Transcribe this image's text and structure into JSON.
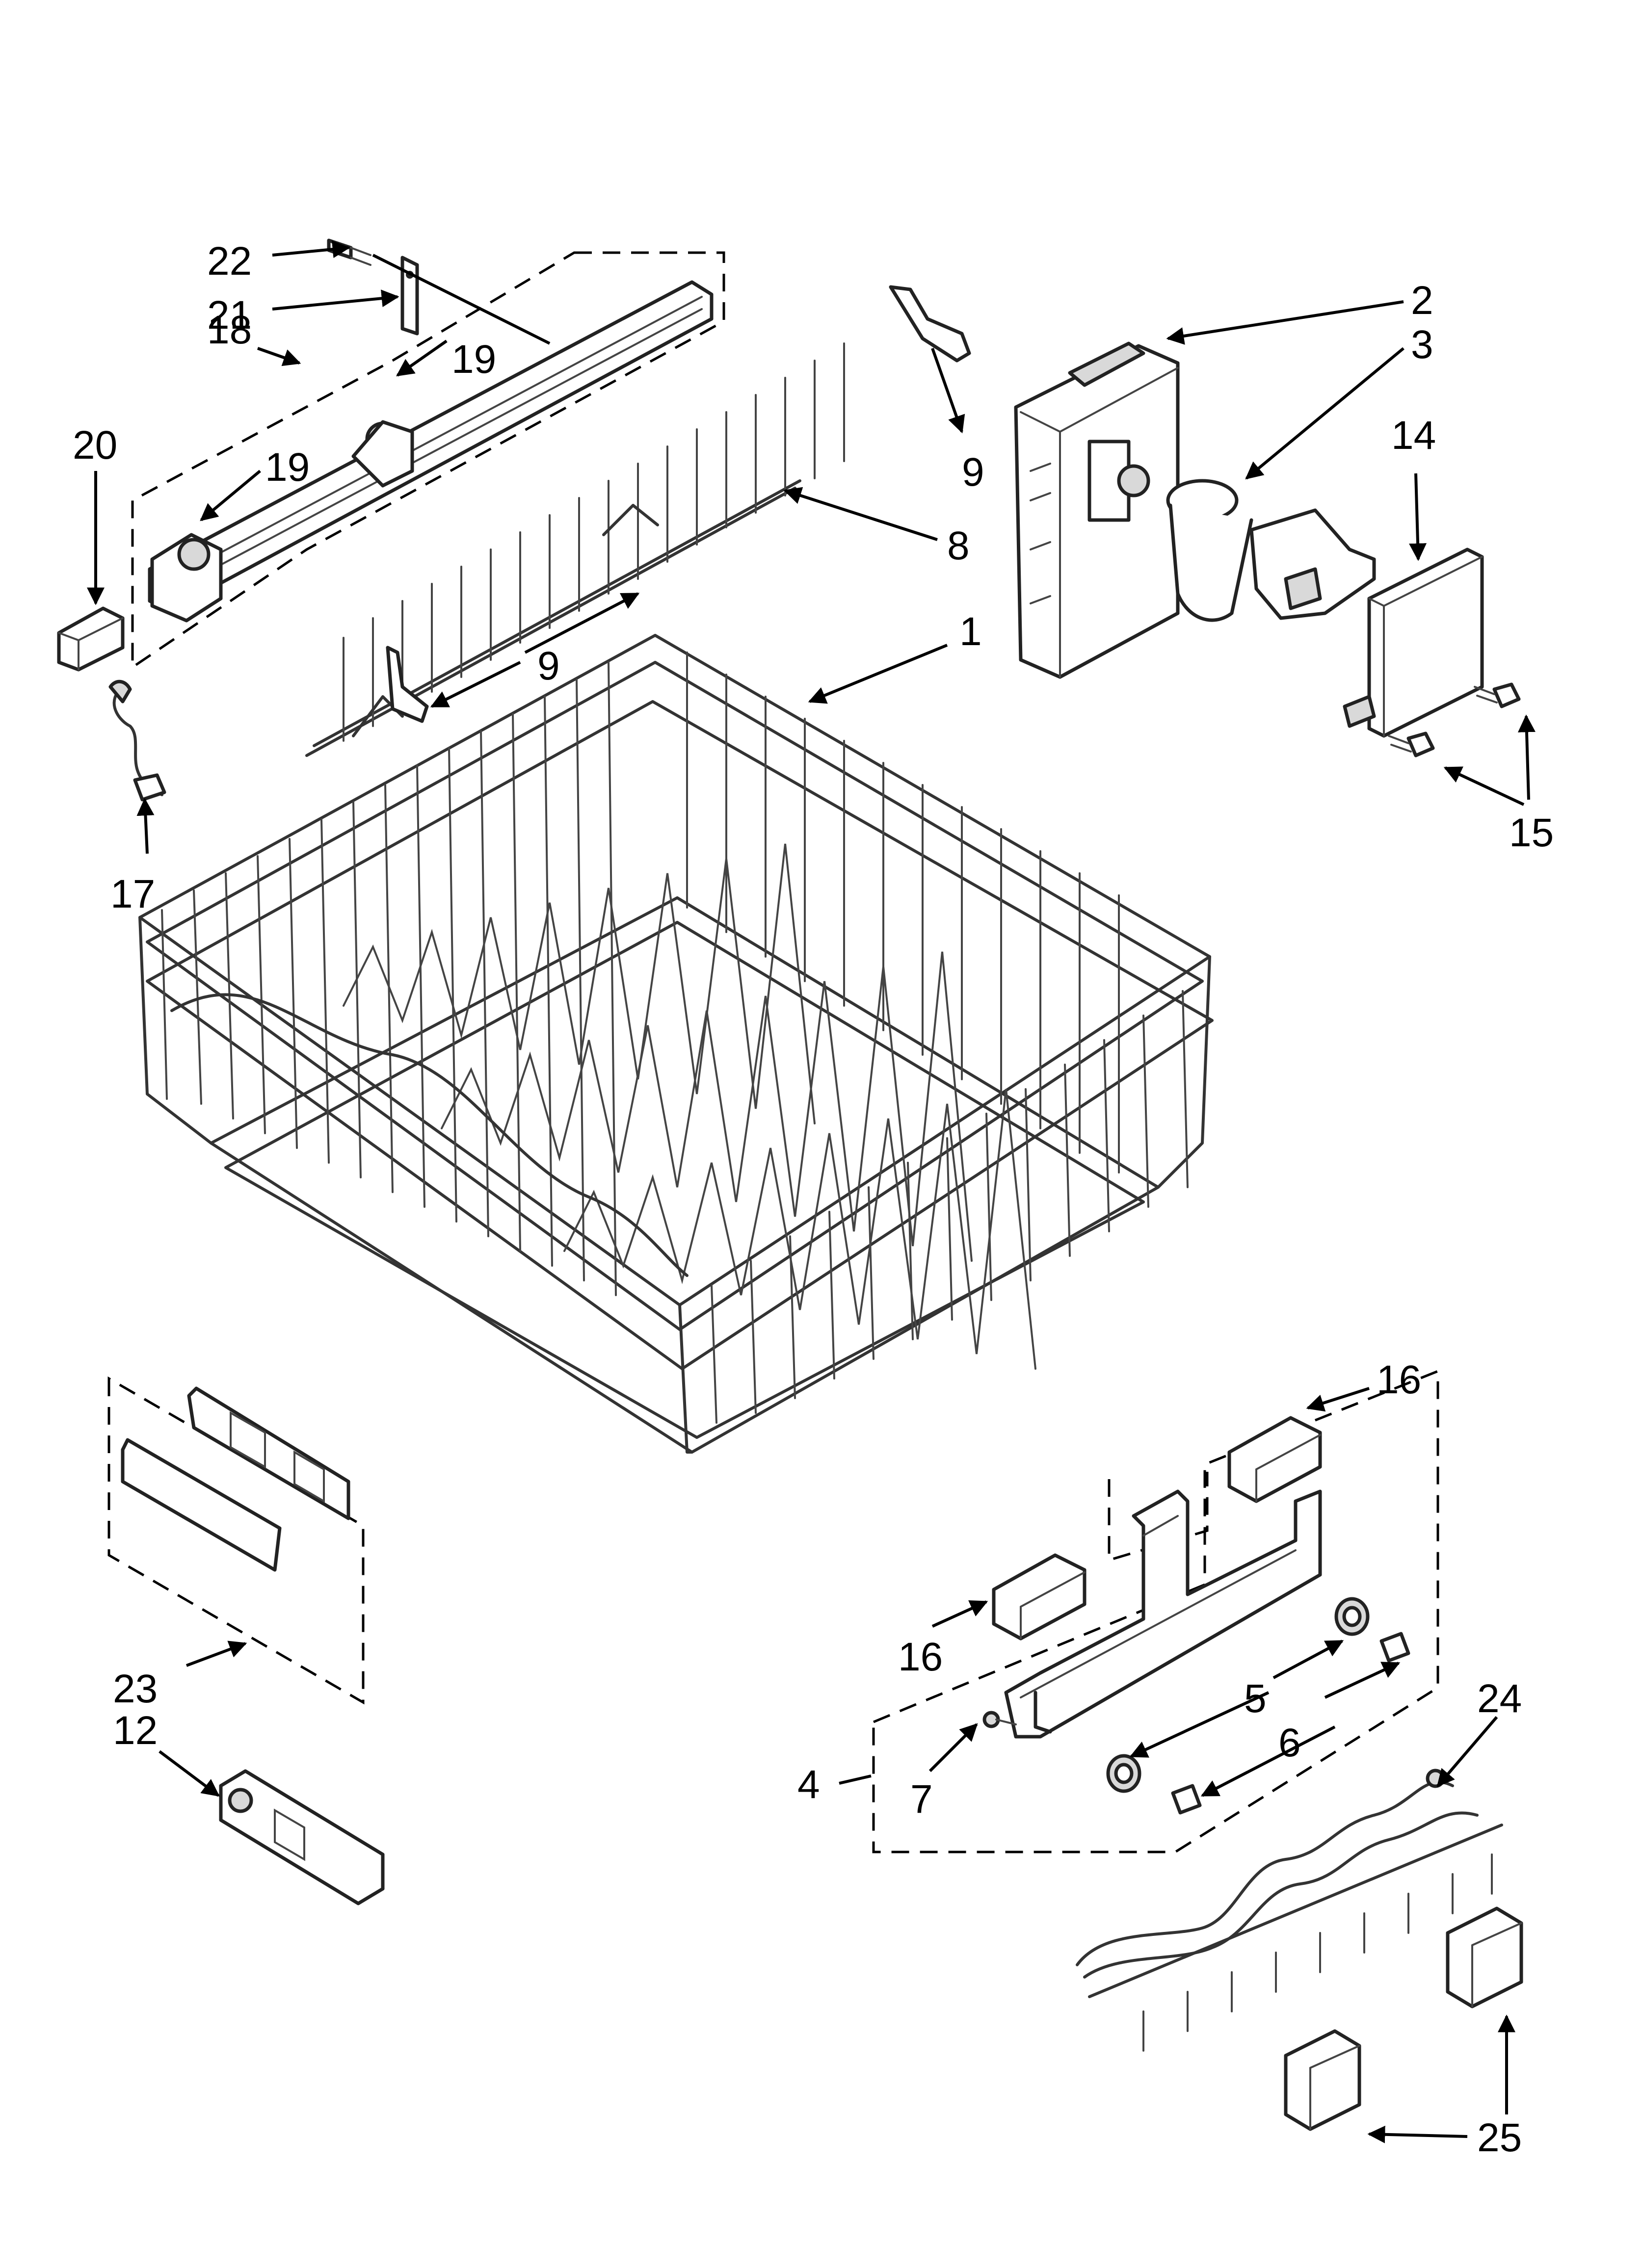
{
  "callouts": {
    "c1": "1",
    "c2": "2",
    "c3": "3",
    "c4": "4",
    "c5": "5",
    "c6a": "6",
    "c7": "7",
    "c8": "8",
    "c9a": "9",
    "c9b": "9",
    "c12": "12",
    "c14": "14",
    "c15": "15",
    "c16a": "16",
    "c16b": "16",
    "c17": "17",
    "c18": "18",
    "c19a": "19",
    "c19b": "19",
    "c20": "20",
    "c21": "21",
    "c22": "22",
    "c23": "23",
    "c24": "24",
    "c25": "25"
  }
}
